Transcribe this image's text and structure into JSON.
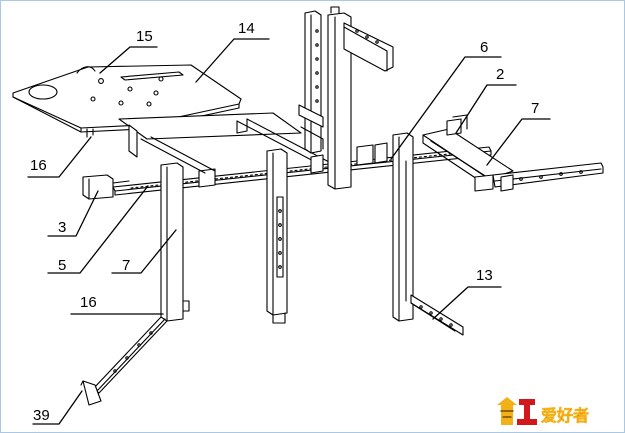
{
  "diagram": {
    "labels": {
      "l15": "15",
      "l14": "14",
      "l6": "6",
      "l2": "2",
      "l7a": "7",
      "l16a": "16",
      "l3": "3",
      "l5": "5",
      "l7b": "7",
      "l13": "13",
      "l16b": "16",
      "l39": "39"
    }
  },
  "watermark": {
    "logo_text": "爱好者"
  },
  "colors": {
    "line": "#000000",
    "frame_border": "#a9c8e4",
    "logo_red": "#d3181b",
    "logo_gold": "#f3b119"
  }
}
